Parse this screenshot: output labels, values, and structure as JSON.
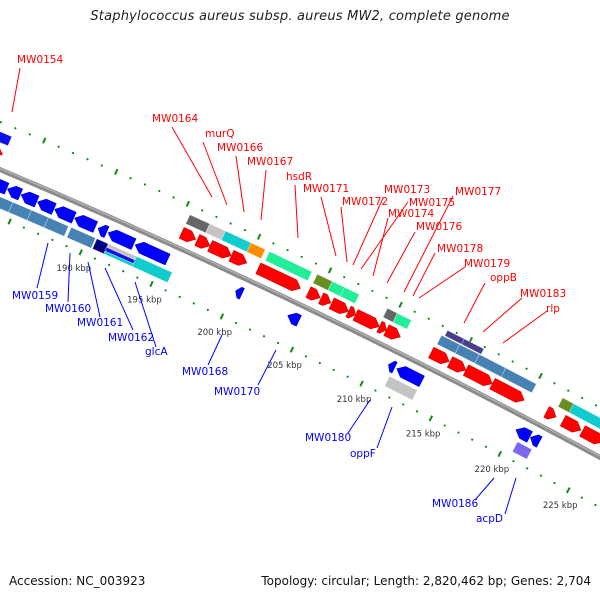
{
  "title": "Staphylococcus aureus subsp. aureus MW2, complete genome",
  "footer": {
    "accession": "Accession: NC_003923",
    "summary": "Topology: circular; Length: 2,820,462 bp; Genes: 2,704"
  },
  "genome": {
    "length_bp": 2820462,
    "topology": "circular"
  },
  "colors": {
    "forward_gene": "#ff0000",
    "reverse_gene": "#0000ff",
    "backbone": "#8c8c8c",
    "ticks": "#138a13",
    "forward_label": "#ff0000",
    "reverse_label": "#0000ff"
  },
  "tick_labels": [
    "190 kbp",
    "195 kbp",
    "200 kbp",
    "205 kbp",
    "210 kbp",
    "215 kbp",
    "220 kbp",
    "225 kbp"
  ],
  "labels": {
    "forward": [
      "MW0154",
      "MW0164",
      "murQ",
      "MW0166",
      "MW0167",
      "hsdR",
      "MW0171",
      "MW0172",
      "MW0173",
      "MW0175",
      "MW0174",
      "MW0176",
      "MW0177",
      "MW0178",
      "MW0179",
      "oppB",
      "MW0183",
      "rlp"
    ],
    "reverse": [
      "MW0159",
      "MW0160",
      "MW0161",
      "MW0162",
      "glcA",
      "MW0168",
      "MW0170",
      "MW0180",
      "oppF",
      "MW0186",
      "acpD"
    ]
  },
  "features_kbp": {
    "forward_genes": [
      [
        181.5,
        182.9
      ],
      [
        195.4,
        196.4
      ],
      [
        196.5,
        197.4
      ],
      [
        197.4,
        198.9
      ],
      [
        198.9,
        200.0
      ],
      [
        200.8,
        203.8
      ],
      [
        204.35,
        205.2
      ],
      [
        205.25,
        205.95
      ],
      [
        206.0,
        207.2
      ],
      [
        207.2,
        207.7
      ],
      [
        207.7,
        209.4
      ],
      [
        209.4,
        209.9
      ],
      [
        209.9,
        210.9
      ],
      [
        213.1,
        214.4
      ],
      [
        214.45,
        215.6
      ],
      [
        215.6,
        217.5
      ],
      [
        217.5,
        219.8
      ],
      [
        221.4,
        222.1
      ],
      [
        222.6,
        223.9
      ],
      [
        224.0,
        225.5
      ]
    ],
    "reverse_genes": [
      [
        182.5,
        184.0
      ],
      [
        184.05,
        184.95
      ],
      [
        185.0,
        186.1
      ],
      [
        186.15,
        187.3
      ],
      [
        187.35,
        188.7
      ],
      [
        188.75,
        190.2
      ],
      [
        190.4,
        191.0
      ],
      [
        191.1,
        192.9
      ],
      [
        193.0,
        195.3
      ],
      [
        200.1,
        200.55
      ],
      [
        203.8,
        204.6
      ],
      [
        211.0,
        211.45
      ],
      [
        211.6,
        213.4
      ],
      [
        220.2,
        221.2
      ],
      [
        221.25,
        221.9
      ]
    ],
    "forward_cog": [
      {
        "s": 181.5,
        "e": 183.0,
        "color": "#1010ee"
      },
      {
        "s": 195.4,
        "e": 196.8,
        "color": "#666666"
      },
      {
        "s": 196.8,
        "e": 197.9,
        "color": "#c4c4c4"
      },
      {
        "s": 197.9,
        "e": 199.7,
        "color": "#11cccc"
      },
      {
        "s": 199.7,
        "e": 200.7,
        "color": "#ff8c00"
      },
      {
        "s": 201.0,
        "e": 204.0,
        "color": "#22ee99"
      },
      {
        "s": 204.37,
        "e": 205.43,
        "color": "#6b8e23"
      },
      {
        "s": 205.43,
        "e": 206.3,
        "color": "#22ee99"
      },
      {
        "s": 206.3,
        "e": 207.35,
        "color": "#22ee99"
      },
      {
        "s": 209.35,
        "e": 210.05,
        "color": "#666666"
      },
      {
        "s": 210.05,
        "e": 211.05,
        "color": "#22ee99"
      },
      {
        "s": 213.2,
        "e": 214.5,
        "color": "#4682b4"
      },
      {
        "s": 214.5,
        "e": 215.9,
        "color": "#4682b4"
      },
      {
        "s": 215.9,
        "e": 217.8,
        "color": "#4682b4"
      },
      {
        "s": 217.8,
        "e": 220.0,
        "color": "#4682b4"
      },
      {
        "s": 213.4,
        "e": 214.6,
        "color": "#483d8b",
        "outer": true
      },
      {
        "s": 214.6,
        "e": 216.0,
        "color": "#483d8b",
        "outer": true
      },
      {
        "s": 221.9,
        "e": 222.7,
        "color": "#6b8e23"
      },
      {
        "s": 222.7,
        "e": 225.5,
        "color": "#11cccc"
      }
    ],
    "reverse_cog": [
      {
        "s": 181.5,
        "e": 184.7,
        "color": "#4682b4"
      },
      {
        "s": 184.7,
        "e": 186.0,
        "color": "#4682b4"
      },
      {
        "s": 186.0,
        "e": 187.2,
        "color": "#4682b4"
      },
      {
        "s": 187.2,
        "e": 188.6,
        "color": "#4682b4"
      },
      {
        "s": 188.8,
        "e": 190.5,
        "color": "#4682b4"
      },
      {
        "s": 190.6,
        "e": 191.4,
        "color": "#000080"
      },
      {
        "s": 191.4,
        "e": 193.4,
        "color": "#c4c4c4",
        "band": "inner"
      },
      {
        "s": 191.4,
        "e": 193.4,
        "color": "#1010ee",
        "band": "middle"
      },
      {
        "s": 191.4,
        "e": 193.4,
        "color": "#11cccc",
        "band": "outer"
      },
      {
        "s": 193.4,
        "e": 195.9,
        "color": "#11cccc"
      },
      {
        "s": 211.4,
        "e": 213.4,
        "color": "#c4c4c4"
      },
      {
        "s": 220.65,
        "e": 221.7,
        "color": "#7b68ee"
      }
    ]
  }
}
